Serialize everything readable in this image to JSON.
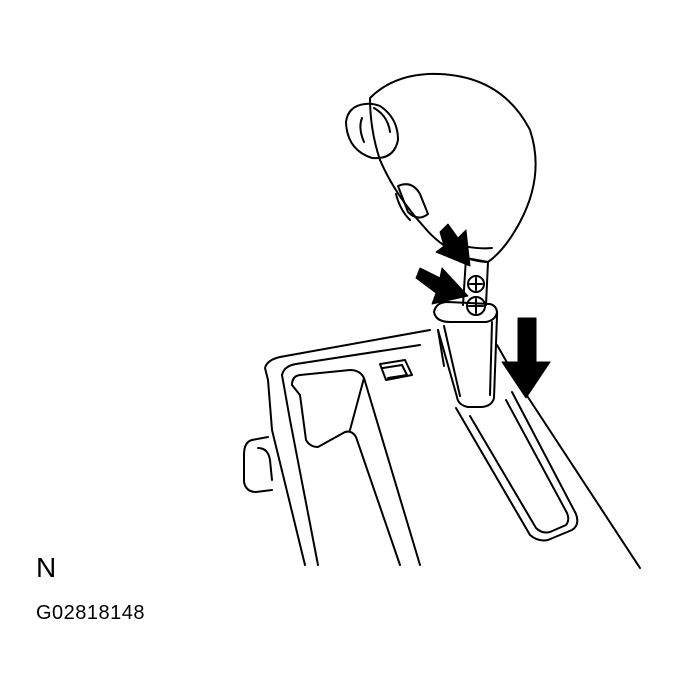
{
  "figure": {
    "position_label": "N",
    "figure_id": "G02818148"
  },
  "colors": {
    "line": "#000000",
    "background": "#ffffff",
    "arrow_fill": "#000000"
  },
  "icons": [
    "shift-knob",
    "screw",
    "arrow"
  ]
}
